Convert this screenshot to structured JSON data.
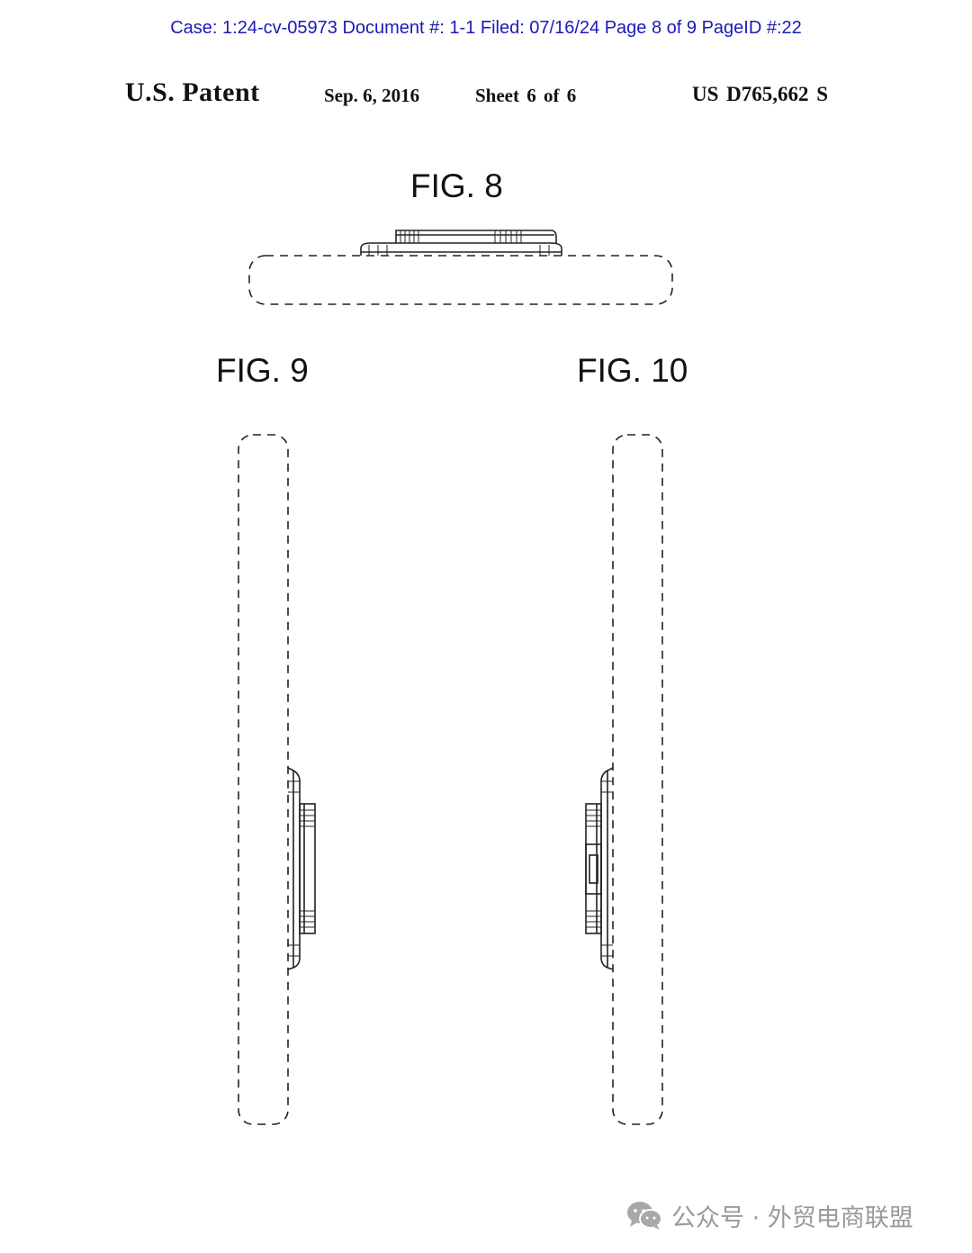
{
  "case_header": "Case: 1:24-cv-05973 Document #: 1-1 Filed: 07/16/24 Page 8 of 9 PageID #:22",
  "patent": {
    "title": "U.S. Patent",
    "date": "Sep. 6, 2016",
    "sheet": "Sheet 6 of 6",
    "number": "US D765,662 S"
  },
  "figures": {
    "fig8": "FIG. 8",
    "fig9": "FIG. 9",
    "fig10": "FIG. 10"
  },
  "watermark": {
    "icon": "wechat-icon",
    "text": "公众号 · 外贸电商联盟"
  },
  "colors": {
    "header_link": "#1a1ab8",
    "ink": "#222222",
    "watermark": "#9a9a9a"
  }
}
